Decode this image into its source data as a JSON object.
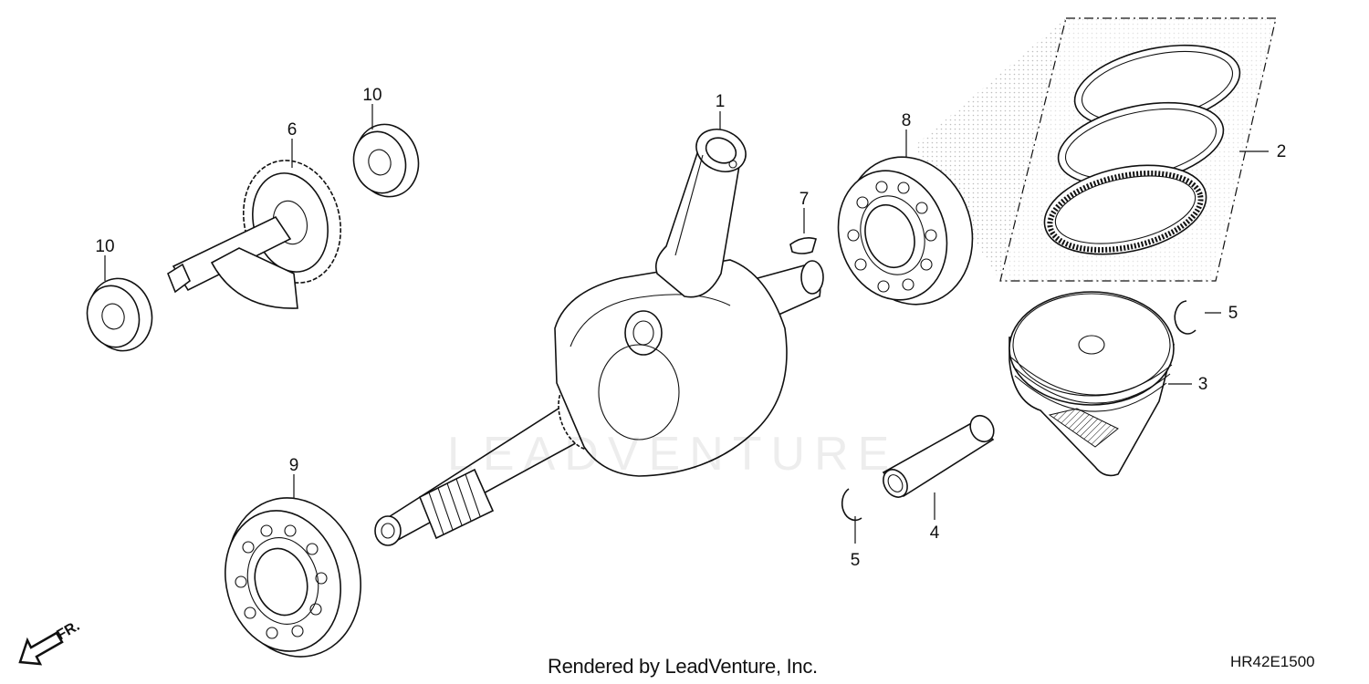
{
  "callouts": [
    {
      "id": "crankshaft",
      "label": "1"
    },
    {
      "id": "piston-ring-set",
      "label": "2"
    },
    {
      "id": "piston",
      "label": "3"
    },
    {
      "id": "piston-pin",
      "label": "4"
    },
    {
      "id": "piston-pin-clip-right",
      "label": "5"
    },
    {
      "id": "piston-pin-clip-left",
      "label": "5"
    },
    {
      "id": "balancer-shaft",
      "label": "6"
    },
    {
      "id": "woodruff-key",
      "label": "7"
    },
    {
      "id": "bearing-right",
      "label": "8"
    },
    {
      "id": "bearing-left",
      "label": "9"
    },
    {
      "id": "small-bearing-top",
      "label": "10"
    },
    {
      "id": "small-bearing-left",
      "label": "10"
    }
  ],
  "orientation": {
    "label": "FR."
  },
  "watermark": "LEADVENTURE",
  "footer": {
    "credit": "Rendered by LeadVenture, Inc.",
    "diagram_code": "HR42E1500"
  }
}
